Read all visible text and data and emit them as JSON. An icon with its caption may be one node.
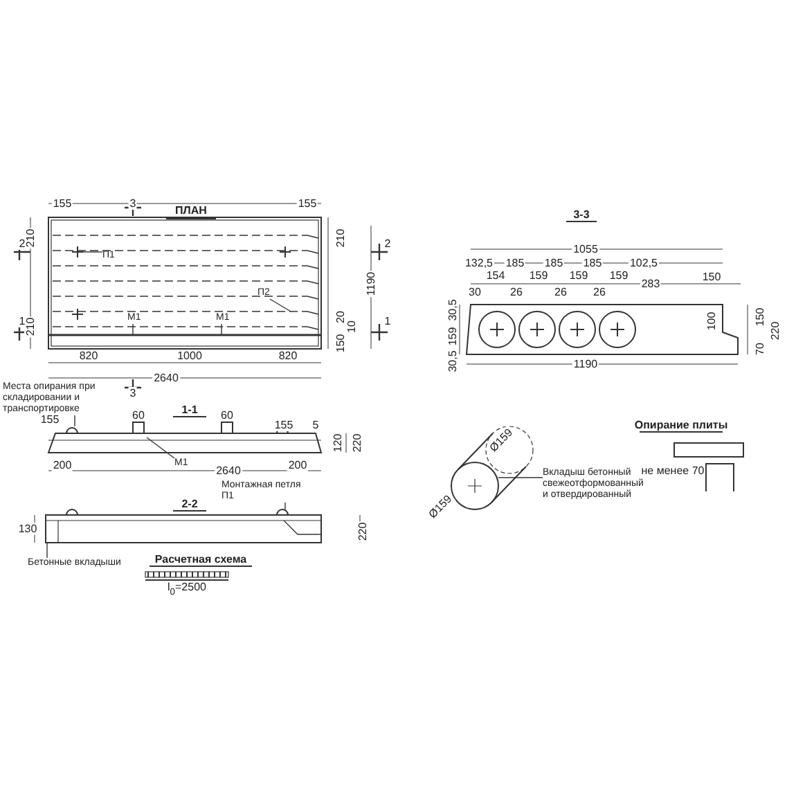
{
  "diagram": {
    "nodes": [
      {
        "text": [
          "Места опирания при складировании и транспортировке"
        ]
      },
      {
        "text": [
          "П1"
        ]
      },
      {
        "text": [
          "П2"
        ]
      },
      {
        "text": [
          "М1"
        ]
      },
      {
        "text": [
          "М1"
        ]
      },
      {
        "text": [
          "М1"
        ]
      },
      {
        "text": [
          "Монтажная петля П1"
        ]
      },
      {
        "text": [
          "Бетонные вкладыши"
        ]
      },
      {
        "text": [
          "Вкладыш бетонный свежеотформованный и отвердированный"
        ]
      },
      {
        "text": [],
        "shape": "picture"
      },
      {
        "text": [],
        "shape": "picture"
      }
    ],
    "edges": [
      {
        "from": 0,
        "to": 9,
        "arrow": "none"
      },
      {
        "from": 1,
        "to": null,
        "arrow": "none"
      },
      {
        "from": 2,
        "to": null,
        "arrow": "none"
      },
      {
        "from": 3,
        "to": null,
        "arrow": "none"
      },
      {
        "from": 4,
        "to": null,
        "arrow": "none"
      },
      {
        "from": 5,
        "to": 9,
        "arrow": "none"
      },
      {
        "from": 6,
        "to": 10,
        "arrow": "none"
      },
      {
        "from": 7,
        "to": 10,
        "arrow": "none"
      },
      {
        "from": 8,
        "to": null,
        "arrow": "none"
      }
    ],
    "labels": [
      "ПЛАН",
      "155",
      "155",
      "210",
      "210",
      "1190",
      "210",
      "20",
      "10",
      "150",
      "820",
      "1000",
      "820",
      "2640",
      "1-1",
      "60",
      "60",
      "155",
      "5",
      "155",
      "200",
      "2640",
      "200",
      "120",
      "220",
      "2-2",
      "130",
      "220",
      "Расчетная схема",
      "l$_{0}$=2500",
      "3-3",
      "1055",
      "132,5",
      "185",
      "185",
      "185",
      "102,5",
      "154",
      "159",
      "159",
      "159",
      "283",
      "150",
      "30",
      "26",
      "26",
      "26",
      "30,5",
      "159",
      "30,5",
      "1190",
      "150",
      "220",
      "70",
      "100",
      "Ø159",
      "Ø159",
      "Опирание плиты",
      "не менее 70",
      "3",
      "3",
      "2",
      "2",
      "1",
      "1"
    ]
  }
}
